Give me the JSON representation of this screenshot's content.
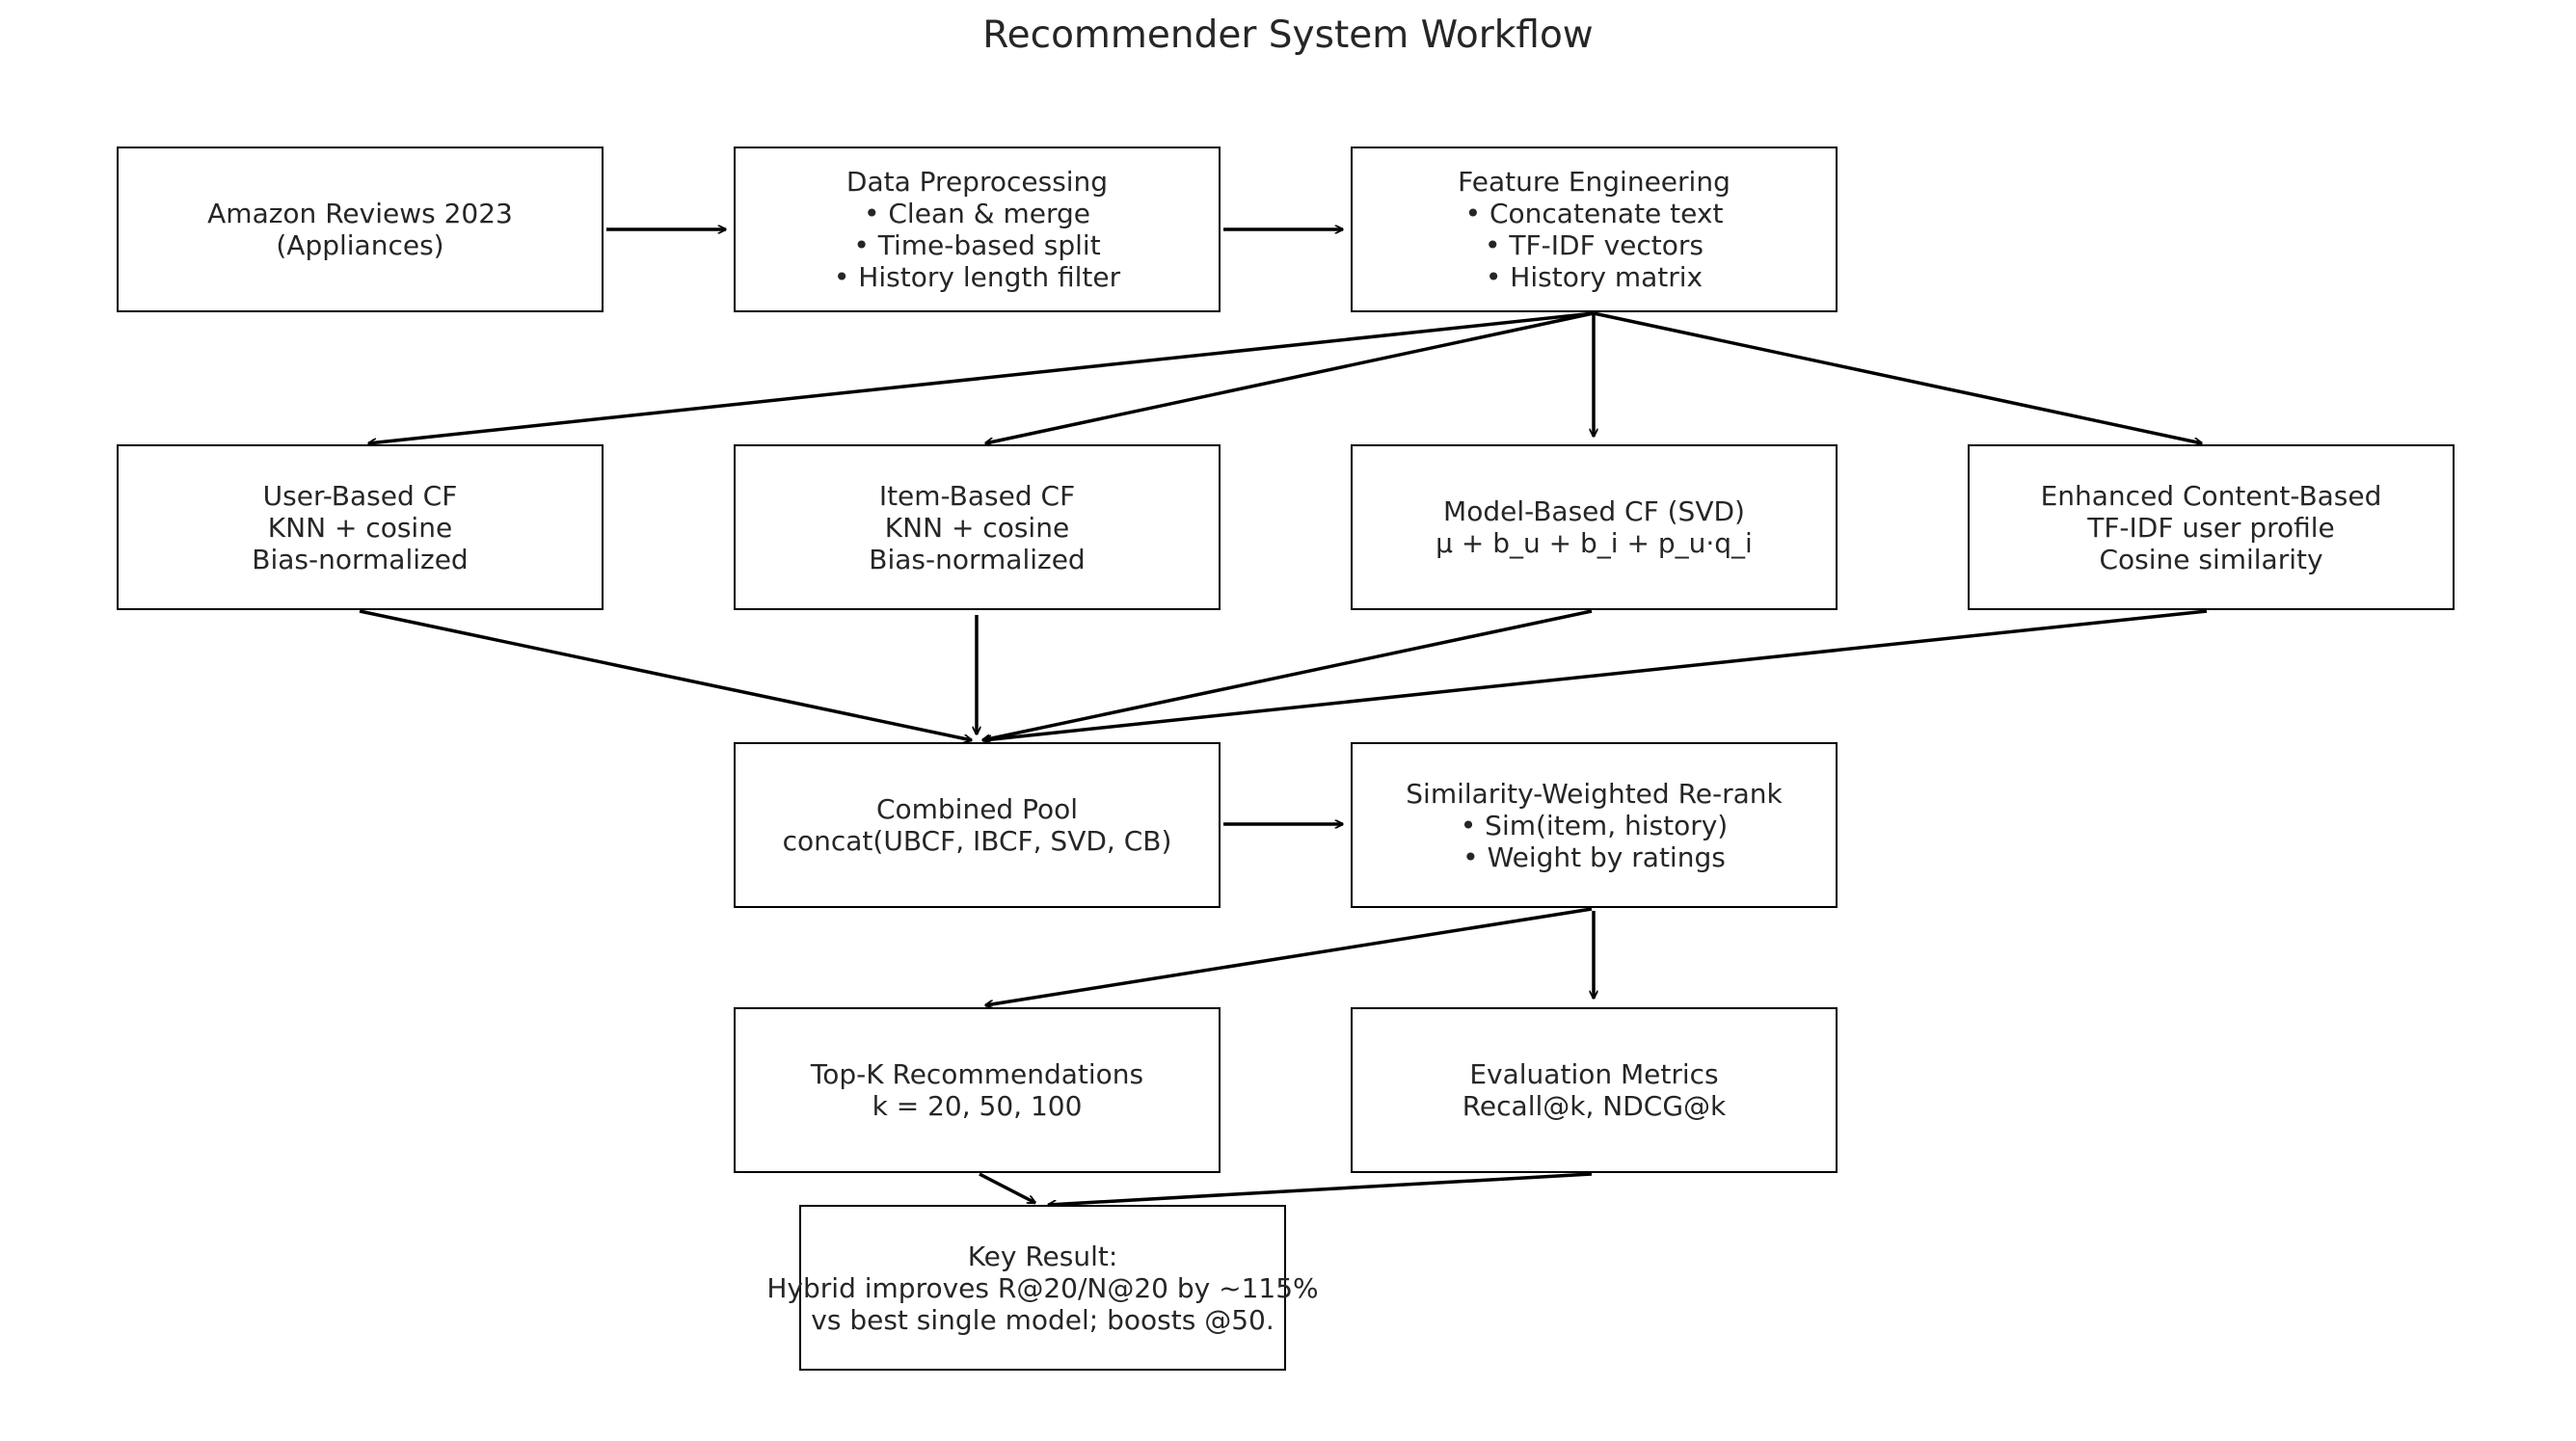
{
  "title": "Recommender System Workflow",
  "nodes": {
    "source": {
      "lines": [
        "Amazon Reviews 2023",
        "(Appliances)"
      ]
    },
    "preprocess": {
      "lines": [
        "Data Preprocessing",
        "• Clean & merge",
        "• Time-based split",
        "• History length filter"
      ]
    },
    "features": {
      "lines": [
        "Feature Engineering",
        "• Concatenate text",
        "• TF-IDF vectors",
        "• History matrix"
      ]
    },
    "ubcf": {
      "lines": [
        "User-Based CF",
        "KNN + cosine",
        "Bias-normalized"
      ]
    },
    "ibcf": {
      "lines": [
        "Item-Based CF",
        "KNN + cosine",
        "Bias-normalized"
      ]
    },
    "svd": {
      "lines": [
        "Model-Based CF (SVD)",
        "μ + b_u + b_i + p_u·q_i"
      ]
    },
    "content": {
      "lines": [
        "Enhanced Content-Based",
        "TF-IDF user profile",
        "Cosine similarity"
      ]
    },
    "pool": {
      "lines": [
        "Combined Pool",
        "concat(UBCF, IBCF, SVD, CB)"
      ]
    },
    "rerank": {
      "lines": [
        "Similarity-Weighted Re-rank",
        "• Sim(item, history)",
        "• Weight by ratings"
      ]
    },
    "topk": {
      "lines": [
        "Top-K Recommendations",
        "k = 20, 50, 100"
      ]
    },
    "metrics": {
      "lines": [
        "Evaluation Metrics",
        "Recall@k, NDCG@k"
      ]
    },
    "result": {
      "lines": [
        "Key Result:",
        "Hybrid improves R@20/N@20 by ~115%",
        "vs best single model; boosts @50."
      ]
    }
  },
  "edges": [
    [
      "source",
      "preprocess"
    ],
    [
      "preprocess",
      "features"
    ],
    [
      "features",
      "ubcf"
    ],
    [
      "features",
      "ibcf"
    ],
    [
      "features",
      "svd"
    ],
    [
      "features",
      "content"
    ],
    [
      "ubcf",
      "pool"
    ],
    [
      "ibcf",
      "pool"
    ],
    [
      "svd",
      "pool"
    ],
    [
      "content",
      "pool"
    ],
    [
      "pool",
      "rerank"
    ],
    [
      "rerank",
      "topk"
    ],
    [
      "rerank",
      "metrics"
    ],
    [
      "topk",
      "result"
    ],
    [
      "metrics",
      "result"
    ]
  ]
}
